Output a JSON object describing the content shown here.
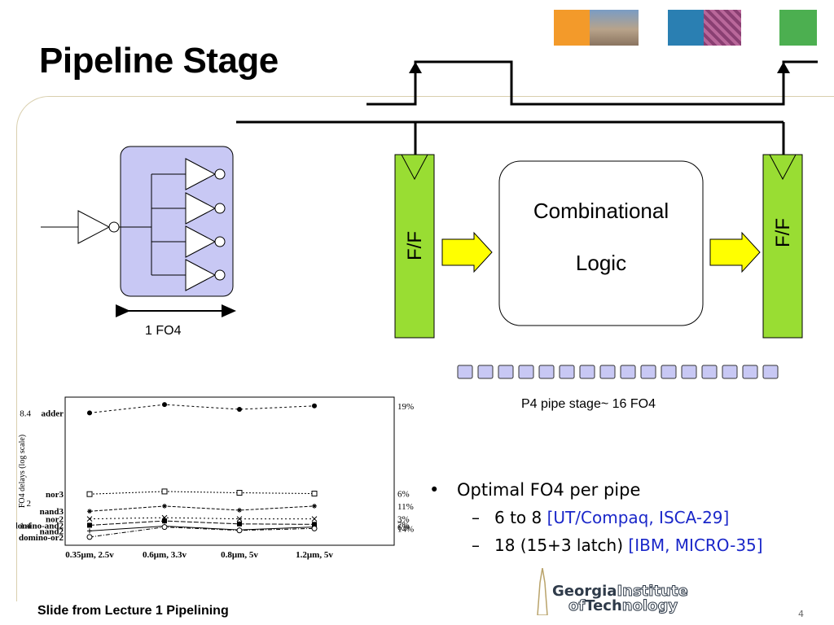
{
  "slide": {
    "title": "Pipeline Stage",
    "footer": "Slide from Lecture 1 Pipelining",
    "page_number": "4"
  },
  "diagram": {
    "ff_label": "F/F",
    "logic_line1": "Combinational",
    "logic_line2": "Logic",
    "fo4_label": "1 FO4",
    "p4_label": "P4 pipe stage~ 16 FO4",
    "colors": {
      "ff": "#99dd33",
      "arrow": "#ffff00",
      "fo4_box": "#c8c8f4"
    }
  },
  "bullets": {
    "main": "Optimal FO4 per pipe",
    "sub": [
      {
        "text": "6 to 8 ",
        "ref": "[UT/Compaq, ISCA-29]"
      },
      {
        "text": "18 (15+3 latch) ",
        "ref": "[IBM, MICRO-35]"
      }
    ]
  },
  "chart_data": {
    "type": "line",
    "ylabel": "FO4 delays (log scale)",
    "categories": [
      "0.35μm, 2.5v",
      "0.6μm, 3.3v",
      "0.8μm, 5v",
      "1.2μm, 5v"
    ],
    "y_ticks": [
      "8.4",
      "2",
      "1.4"
    ],
    "series": [
      {
        "name": "adder",
        "values": [
          8.4,
          9.6,
          8.9,
          9.4
        ],
        "pct": "19%"
      },
      {
        "name": "nor3",
        "values": [
          2.3,
          2.4,
          2.35,
          2.32
        ],
        "pct": "6%"
      },
      {
        "name": "nand3",
        "values": [
          1.75,
          1.9,
          1.78,
          1.9
        ],
        "pct": "11%"
      },
      {
        "name": "nor2",
        "values": [
          1.55,
          1.58,
          1.55,
          1.55
        ],
        "pct": "3%"
      },
      {
        "name": "domino-and2",
        "values": [
          1.4,
          1.5,
          1.43,
          1.42
        ],
        "pct": "7%"
      },
      {
        "name": "nand2",
        "values": [
          1.28,
          1.38,
          1.3,
          1.36
        ],
        "pct": "6%"
      },
      {
        "name": "domino-or2",
        "values": [
          1.16,
          1.36,
          1.29,
          1.33
        ],
        "pct": "14%"
      }
    ]
  },
  "logo": {
    "georgia": "Georgia",
    "institute": "Institute",
    "of": "of",
    "tech": "Tech",
    "nology": "nology"
  }
}
